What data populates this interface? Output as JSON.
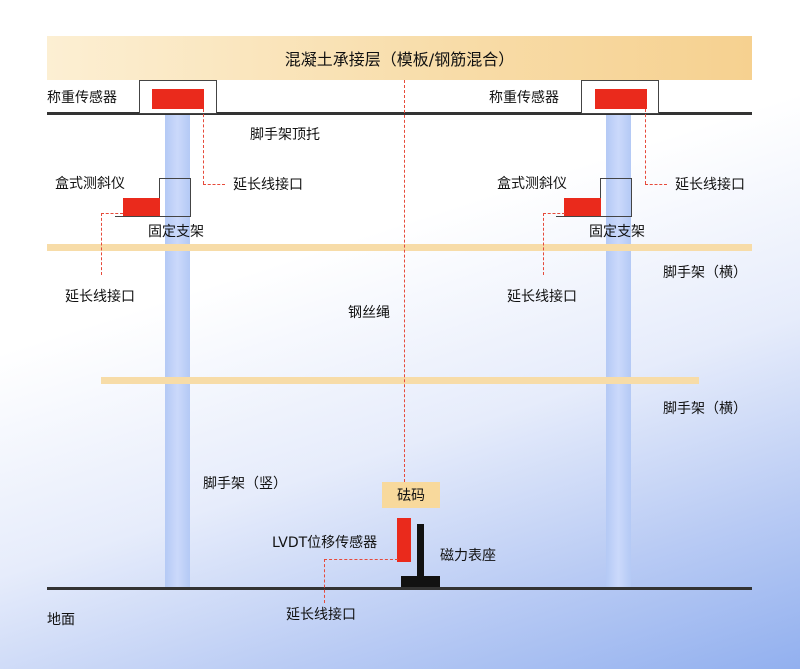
{
  "title": "混凝土承接层（模板/钢筋混合）",
  "labels": {
    "weigh_sensor_left": "称重传感器",
    "weigh_sensor_right": "称重传感器",
    "scaffold_top": "脚手架顶托",
    "ext_left_top": "延长线接口",
    "ext_right_top": "延长线接口",
    "inclinometer_left": "盒式测斜仪",
    "inclinometer_right": "盒式测斜仪",
    "fixed_bracket_left": "固定支架",
    "fixed_bracket_right": "固定支架",
    "scaffold_h1": "脚手架（横）",
    "scaffold_h2": "脚手架（横）",
    "ext_left_mid": "延长线接口",
    "ext_right_mid": "延长线接口",
    "wire_rope": "钢丝绳",
    "scaffold_v": "脚手架（竖）",
    "weight": "砝码",
    "lvdt": "LVDT位移传感器",
    "magnetic_base": "磁力表座",
    "ext_bottom": "延长线接口",
    "ground": "地面"
  },
  "colors": {
    "sensor_red": "#ea2a1c",
    "dotted_red": "#e64a3a",
    "banner": "#f8ddaa",
    "scaffold_blue": "#c0d3f8",
    "scaffold_orange": "#f7dca8"
  }
}
